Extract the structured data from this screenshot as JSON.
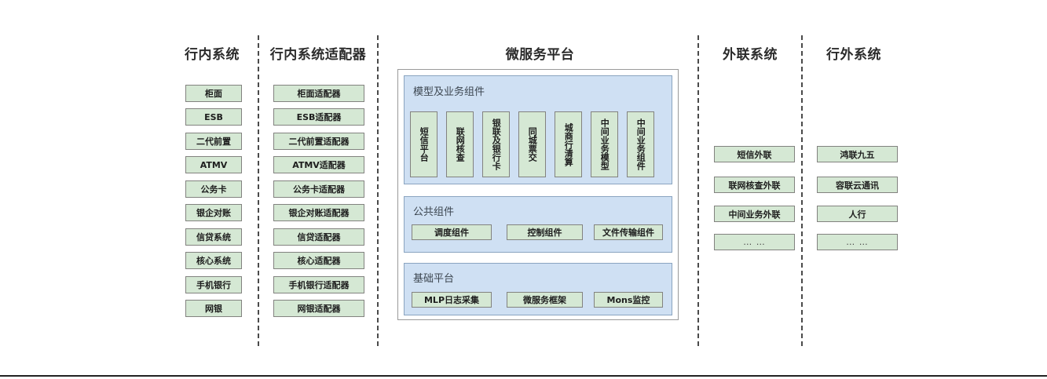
{
  "columns": {
    "internal": {
      "title": "行内系统",
      "items": [
        {
          "label": "柜面"
        },
        {
          "label": "ESB"
        },
        {
          "label": "二代前置"
        },
        {
          "label": "ATMV"
        },
        {
          "label": "公务卡"
        },
        {
          "label": "银企对账"
        },
        {
          "label": "信贷系统"
        },
        {
          "label": "核心系统"
        },
        {
          "label": "手机银行"
        },
        {
          "label": "网银"
        }
      ]
    },
    "adapter": {
      "title": "行内系统适配器",
      "items": [
        {
          "label": "柜面适配器"
        },
        {
          "label": "ESB适配器"
        },
        {
          "label": "二代前置适配器"
        },
        {
          "label": "ATMV适配器"
        },
        {
          "label": "公务卡适配器"
        },
        {
          "label": "银企对账适配器"
        },
        {
          "label": "信贷适配器"
        },
        {
          "label": "核心适配器"
        },
        {
          "label": "手机银行适配器"
        },
        {
          "label": "网银适配器"
        }
      ]
    },
    "platform": {
      "title": "微服务平台",
      "groups": [
        {
          "name": "模型及业务组件",
          "items": [
            {
              "label": "短信平台"
            },
            {
              "label": "联网核查"
            },
            {
              "label": "银联及银行卡"
            },
            {
              "label": "同城票交"
            },
            {
              "label": "城商行清算"
            },
            {
              "label": "中间业务模型"
            },
            {
              "label": "中间业务组件"
            }
          ]
        },
        {
          "name": "公共组件",
          "items": [
            {
              "label": "调度组件"
            },
            {
              "label": "控制组件"
            },
            {
              "label": "文件传输组件"
            }
          ]
        },
        {
          "name": "基础平台",
          "items": [
            {
              "label": "MLP日志采集"
            },
            {
              "label": "微服务框架"
            },
            {
              "label": "Mons监控"
            }
          ]
        }
      ]
    },
    "external_link": {
      "title": "外联系统",
      "items": [
        {
          "label": "短信外联"
        },
        {
          "label": "联网核查外联"
        },
        {
          "label": "中间业务外联"
        },
        {
          "label": "… …"
        }
      ]
    },
    "outside": {
      "title": "行外系统",
      "items": [
        {
          "label": "鸿联九五"
        },
        {
          "label": "容联云通讯"
        },
        {
          "label": "人行"
        },
        {
          "label": "… …"
        }
      ]
    }
  },
  "colors": {
    "node_fill": "#d5e8d4",
    "node_border": "#82827f",
    "panel_fill": "#cfe0f3",
    "panel_border": "#8aa4c0",
    "divider": "#4a4a4a",
    "title_text": "#2b2b2b"
  }
}
